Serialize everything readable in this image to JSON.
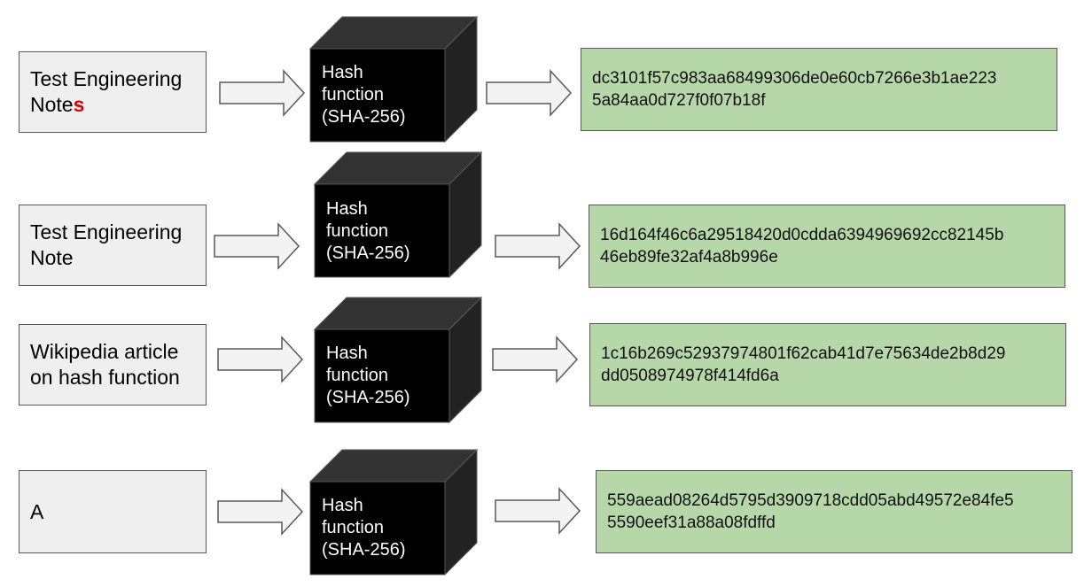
{
  "rows": [
    {
      "input_lines": [
        "Test Engineering",
        "Note"
      ],
      "input_highlight": "s",
      "function_lines": [
        "Hash",
        "function",
        "(SHA-256)"
      ],
      "hash_lines": [
        "dc3101f57c983aa68499306de0e60cb7266e3b1ae223",
        "5a84aa0d727f0f07b18f"
      ]
    },
    {
      "input_lines": [
        "Test Engineering",
        "Note"
      ],
      "function_lines": [
        "Hash",
        "function",
        "(SHA-256)"
      ],
      "hash_lines": [
        "16d164f46c6a29518420d0cdda6394969692cc82145b",
        "46eb89fe32af4a8b996e"
      ]
    },
    {
      "input_lines": [
        "Wikipedia article",
        "on hash function"
      ],
      "function_lines": [
        "Hash",
        "function",
        "(SHA-256)"
      ],
      "hash_lines": [
        "1c16b269c52937974801f62cab41d7e75634de2b8d29",
        "dd0508974978f414fd6a"
      ]
    },
    {
      "input_lines": [
        "A"
      ],
      "function_lines": [
        "Hash",
        "function",
        "(SHA-256)"
      ],
      "hash_lines": [
        "559aead08264d5795d3909718cdd05abd49572e84fe5",
        "5590eef31a88a08fdffd"
      ]
    }
  ],
  "colors": {
    "input_fill": "#efefef",
    "cube_front": "#000000",
    "cube_top": "#333333",
    "cube_side": "#222222",
    "hash_fill": "#b6d7a8",
    "highlight": "#e00000",
    "arrow_fill": "#f3f3f3",
    "border": "#595959"
  },
  "icons": {
    "arrow": "right-arrow-icon",
    "cube": "hash-function-cube"
  }
}
